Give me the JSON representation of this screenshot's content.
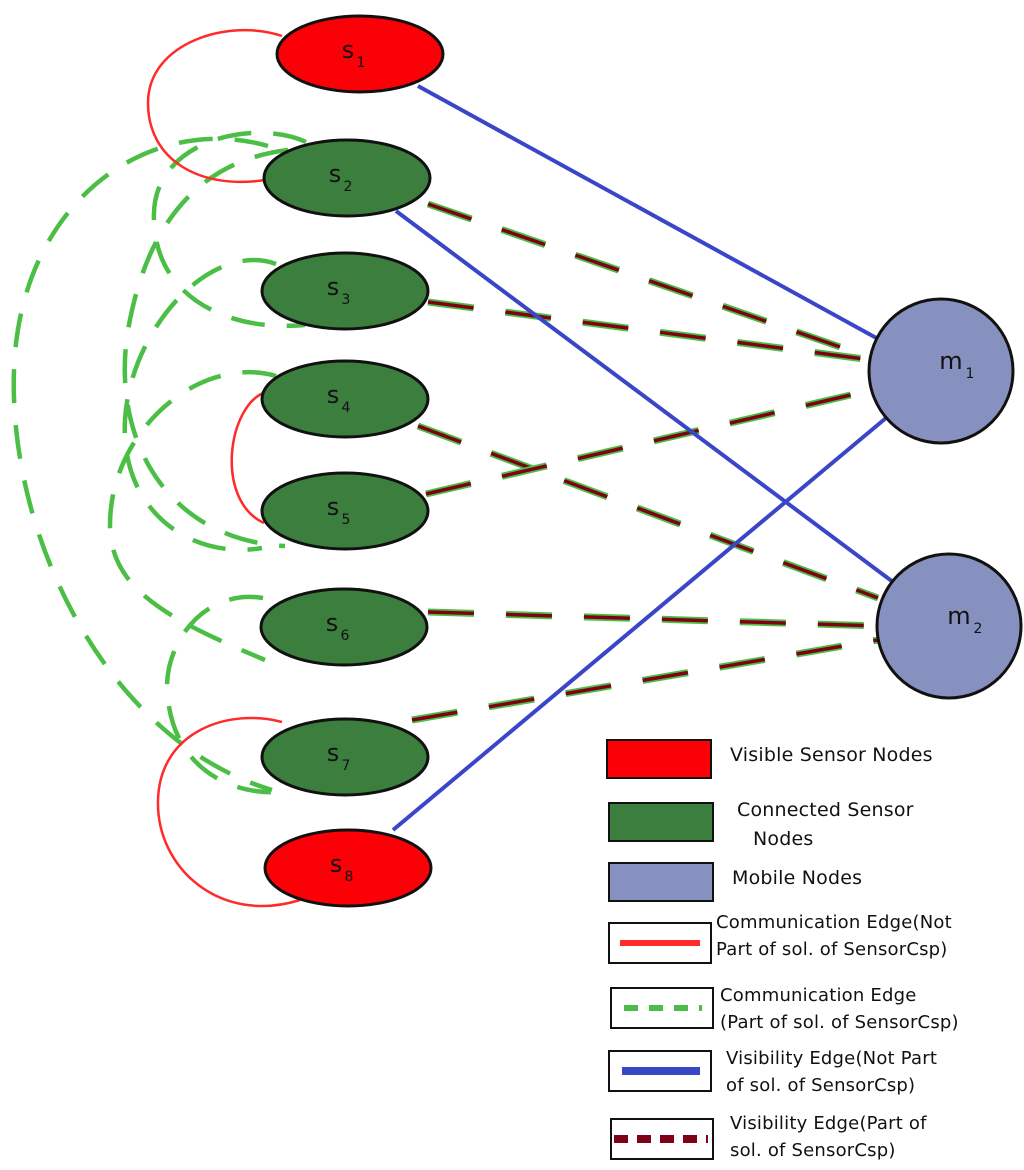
{
  "nodes": [
    {
      "id": "s1",
      "letter": "s",
      "sub": "1",
      "kind": "visible",
      "fill": "#fb0007"
    },
    {
      "id": "s2",
      "letter": "s",
      "sub": "2",
      "kind": "connected",
      "fill": "#3b7e3e"
    },
    {
      "id": "s3",
      "letter": "s",
      "sub": "3",
      "kind": "connected",
      "fill": "#3b7e3e"
    },
    {
      "id": "s4",
      "letter": "s",
      "sub": "4",
      "kind": "connected",
      "fill": "#3b7e3e"
    },
    {
      "id": "s5",
      "letter": "s",
      "sub": "5",
      "kind": "connected",
      "fill": "#3b7e3e"
    },
    {
      "id": "s6",
      "letter": "s",
      "sub": "6",
      "kind": "connected",
      "fill": "#3b7e3e"
    },
    {
      "id": "s7",
      "letter": "s",
      "sub": "7",
      "kind": "connected",
      "fill": "#3b7e3e"
    },
    {
      "id": "s8",
      "letter": "s",
      "sub": "8",
      "kind": "visible",
      "fill": "#fb0007"
    },
    {
      "id": "m1",
      "letter": "m",
      "sub": "1",
      "kind": "mobile",
      "fill": "#8791bf"
    },
    {
      "id": "m2",
      "letter": "m",
      "sub": "2",
      "kind": "mobile",
      "fill": "#8791bf"
    }
  ],
  "edges": {
    "visibility_not_part": [
      [
        "s1",
        "m1"
      ],
      [
        "s2",
        "m2"
      ],
      [
        "s8",
        "m1"
      ]
    ],
    "visibility_part": [
      [
        "s2",
        "m1"
      ],
      [
        "s3",
        "m1"
      ],
      [
        "s4",
        "m2"
      ],
      [
        "s5",
        "m1"
      ],
      [
        "s6",
        "m2"
      ],
      [
        "s7",
        "m2"
      ]
    ],
    "communication_not_part": [
      [
        "s1",
        "s2"
      ],
      [
        "s4",
        "s5"
      ],
      [
        "s7",
        "s8"
      ]
    ],
    "communication_part": [
      [
        "s2",
        "s3"
      ],
      [
        "s2",
        "s5"
      ],
      [
        "s2",
        "s7"
      ],
      [
        "s3",
        "s5"
      ],
      [
        "s4",
        "s6"
      ],
      [
        "s6",
        "s7"
      ]
    ]
  },
  "colors": {
    "visible_sensor": "#fb0007",
    "connected_sensor": "#3b7e3e",
    "mobile_node": "#8791bf",
    "communication_not_part": "#ff2a2a",
    "communication_part": "#4bbf45",
    "visibility_not_part": "#3a46c8",
    "visibility_part": "#800016"
  },
  "legend": {
    "visible_sensor": {
      "lines": [
        "Visible Sensor Nodes"
      ]
    },
    "connected_sensor": {
      "lines": [
        "Connected Sensor",
        "Nodes"
      ]
    },
    "mobile_node": {
      "lines": [
        "Mobile Nodes"
      ]
    },
    "communication_not_part": {
      "lines": [
        "Communication Edge(Not",
        "Part of sol. of SensorCsp)"
      ]
    },
    "communication_part": {
      "lines": [
        "Communication Edge",
        "(Part of sol. of SensorCsp)"
      ]
    },
    "visibility_not_part": {
      "lines": [
        "Visibility Edge(Not Part",
        "of sol. of SensorCsp)"
      ]
    },
    "visibility_part": {
      "lines": [
        "Visibility Edge(Part of",
        "sol. of SensorCsp)"
      ]
    }
  }
}
